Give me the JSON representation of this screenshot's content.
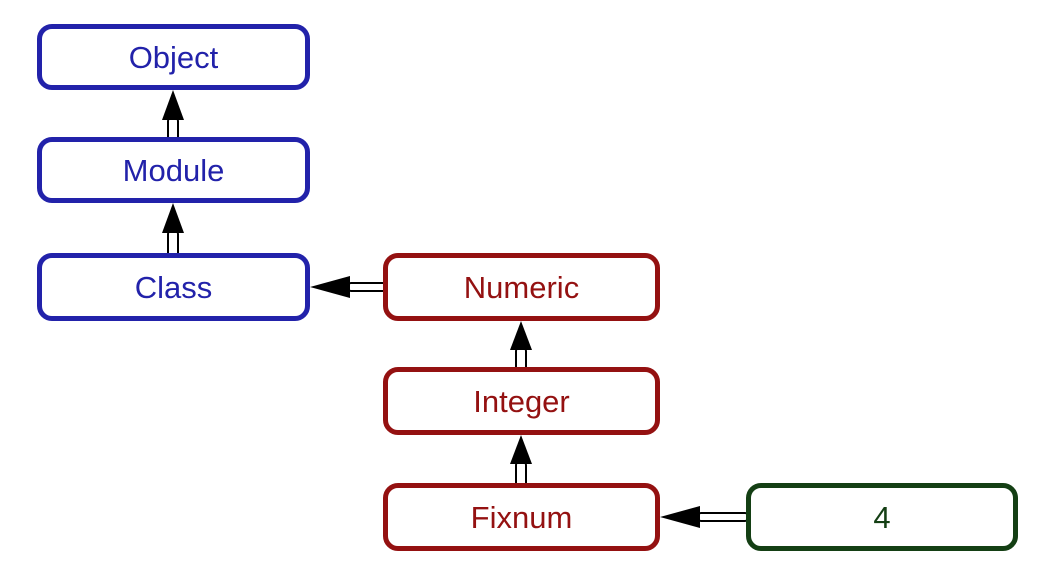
{
  "nodes": {
    "object": {
      "label": "Object"
    },
    "module": {
      "label": "Module"
    },
    "class": {
      "label": "Class"
    },
    "numeric": {
      "label": "Numeric"
    },
    "integer": {
      "label": "Integer"
    },
    "fixnum": {
      "label": "Fixnum"
    },
    "four": {
      "label": "4"
    }
  },
  "edges": [
    {
      "from": "Module",
      "to": "Object"
    },
    {
      "from": "Class",
      "to": "Module"
    },
    {
      "from": "Numeric",
      "to": "Class"
    },
    {
      "from": "Integer",
      "to": "Numeric"
    },
    {
      "from": "Fixnum",
      "to": "Integer"
    },
    {
      "from": "4",
      "to": "Fixnum"
    }
  ],
  "colors": {
    "blue": "#2222aa",
    "red": "#941111",
    "green": "#143f14",
    "arrow": "#000000",
    "background": "#ffffff"
  }
}
